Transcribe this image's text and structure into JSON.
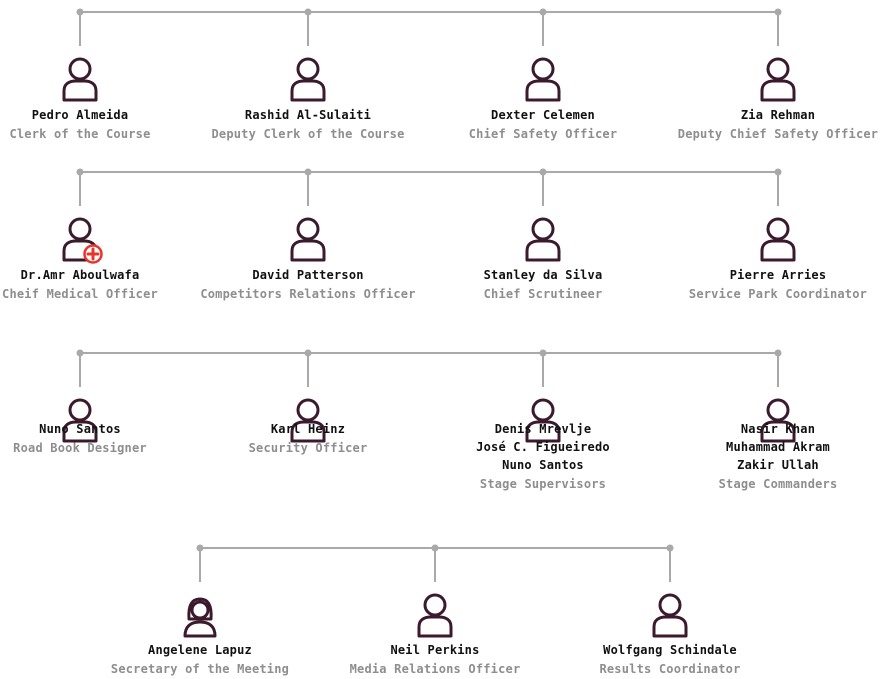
{
  "colors": {
    "line": "#a9a9a9",
    "icon": "#3b1a2e",
    "medical": "#e8352c",
    "name": "#111111",
    "role": "#8e8e8e"
  },
  "rows": [
    {
      "people": [
        {
          "names": [
            "Pedro Almeida"
          ],
          "role": "Clerk of the Course",
          "icon": "person-icon"
        },
        {
          "names": [
            "Rashid Al-Sulaiti"
          ],
          "role": "Deputy Clerk of the Course",
          "icon": "person-icon"
        },
        {
          "names": [
            "Dexter Celemen"
          ],
          "role": "Chief Safety Officer",
          "icon": "person-icon"
        },
        {
          "names": [
            "Zia Rehman"
          ],
          "role": "Deputy Chief Safety Officer",
          "icon": "person-icon"
        }
      ]
    },
    {
      "people": [
        {
          "names": [
            "Dr.Amr Aboulwafa"
          ],
          "role": "Cheif Medical Officer",
          "icon": "medical-person-icon"
        },
        {
          "names": [
            "David Patterson"
          ],
          "role": "Competitors Relations Officer",
          "icon": "person-icon"
        },
        {
          "names": [
            "Stanley da Silva"
          ],
          "role": "Chief Scrutineer",
          "icon": "person-icon"
        },
        {
          "names": [
            "Pierre Arries"
          ],
          "role": "Service Park Coordinator",
          "icon": "person-icon"
        }
      ]
    },
    {
      "people": [
        {
          "names": [
            "Nuno Santos"
          ],
          "role": "Road Book Designer",
          "icon": "person-icon"
        },
        {
          "names": [
            "Karl Heinz"
          ],
          "role": "Security Officer",
          "icon": "person-icon"
        },
        {
          "names": [
            "Denis Mrevlje",
            "José C. Figueiredo",
            "Nuno Santos"
          ],
          "role": "Stage Supervisors",
          "icon": "person-icon"
        },
        {
          "names": [
            "Nasir Khan",
            "Muhammad Akram",
            "Zakir Ullah"
          ],
          "role": "Stage Commanders",
          "icon": "person-icon"
        }
      ]
    },
    {
      "people": [
        {
          "names": [
            "Angelene Lapuz"
          ],
          "role": "Secretary of the Meeting",
          "icon": "female-person-icon"
        },
        {
          "names": [
            "Neil Perkins"
          ],
          "role": "Media Relations Officer",
          "icon": "person-icon"
        },
        {
          "names": [
            "Wolfgang Schindale"
          ],
          "role": "Results Coordinator",
          "icon": "person-icon"
        }
      ]
    }
  ]
}
